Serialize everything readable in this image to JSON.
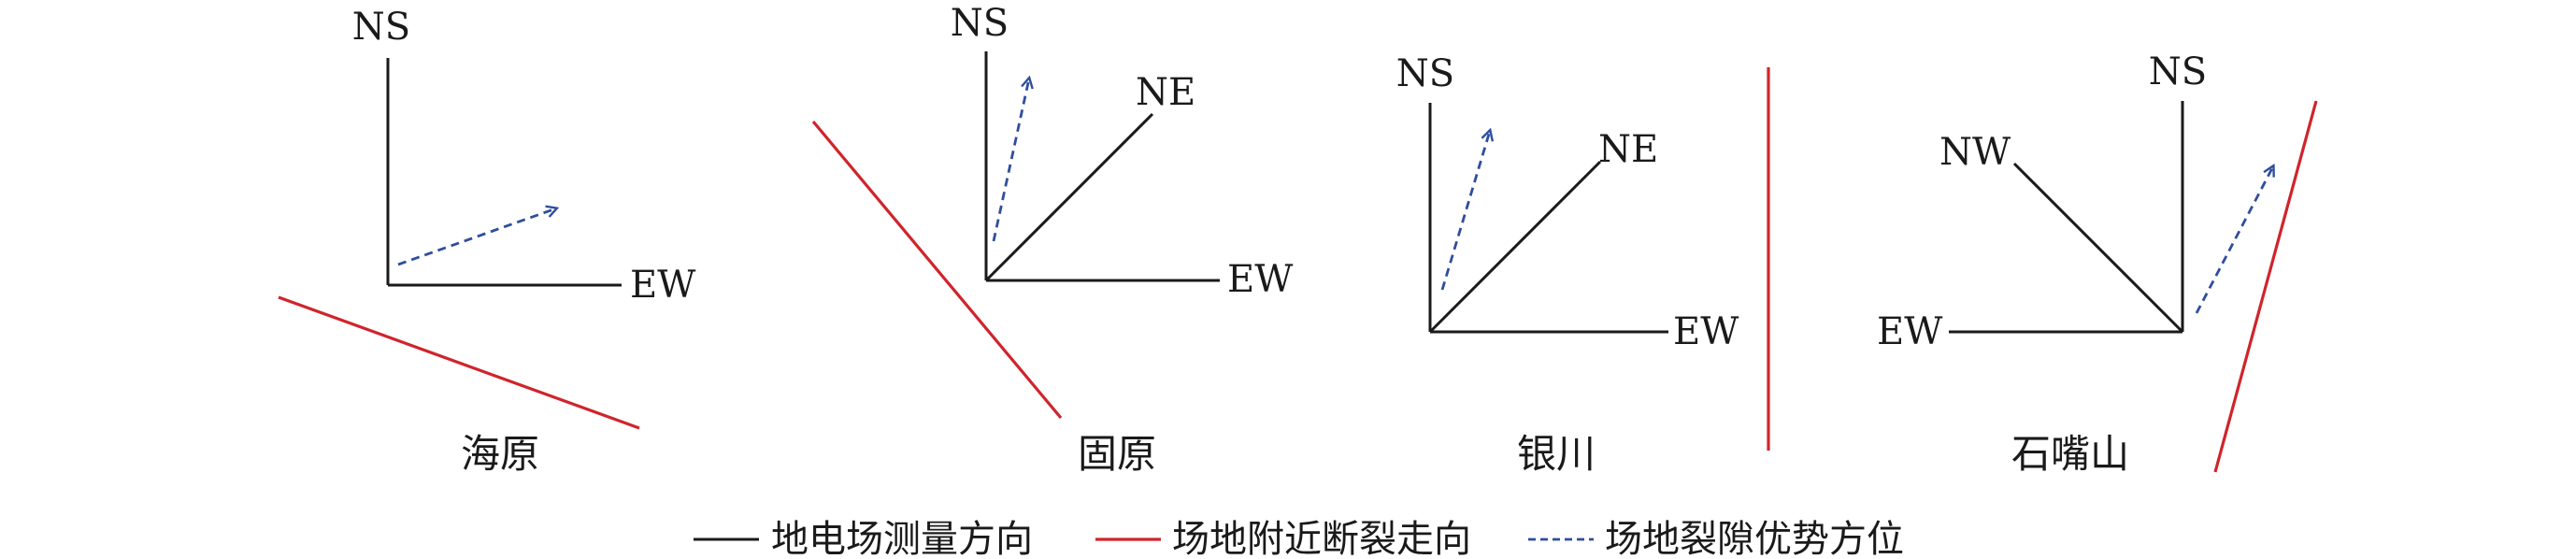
{
  "colors": {
    "measurement": "#1a1a1a",
    "fault": "#d0242b",
    "fissure": "#2f4e9e"
  },
  "sites": [
    {
      "name": "海原",
      "labels": {
        "ns": "NS",
        "ew": "EW"
      }
    },
    {
      "name": "固原",
      "labels": {
        "ns": "NS",
        "ne": "NE",
        "ew": "EW"
      }
    },
    {
      "name": "银川",
      "labels": {
        "ns": "NS",
        "ne": "NE",
        "ew": "EW"
      }
    },
    {
      "name": "石嘴山",
      "labels": {
        "ns": "NS",
        "nw": "NW",
        "ew": "EW"
      }
    }
  ],
  "legend": {
    "measurement": "地电场测量方向",
    "fault": "场地附近断裂走向",
    "fissure": "场地裂隙优势方位"
  }
}
